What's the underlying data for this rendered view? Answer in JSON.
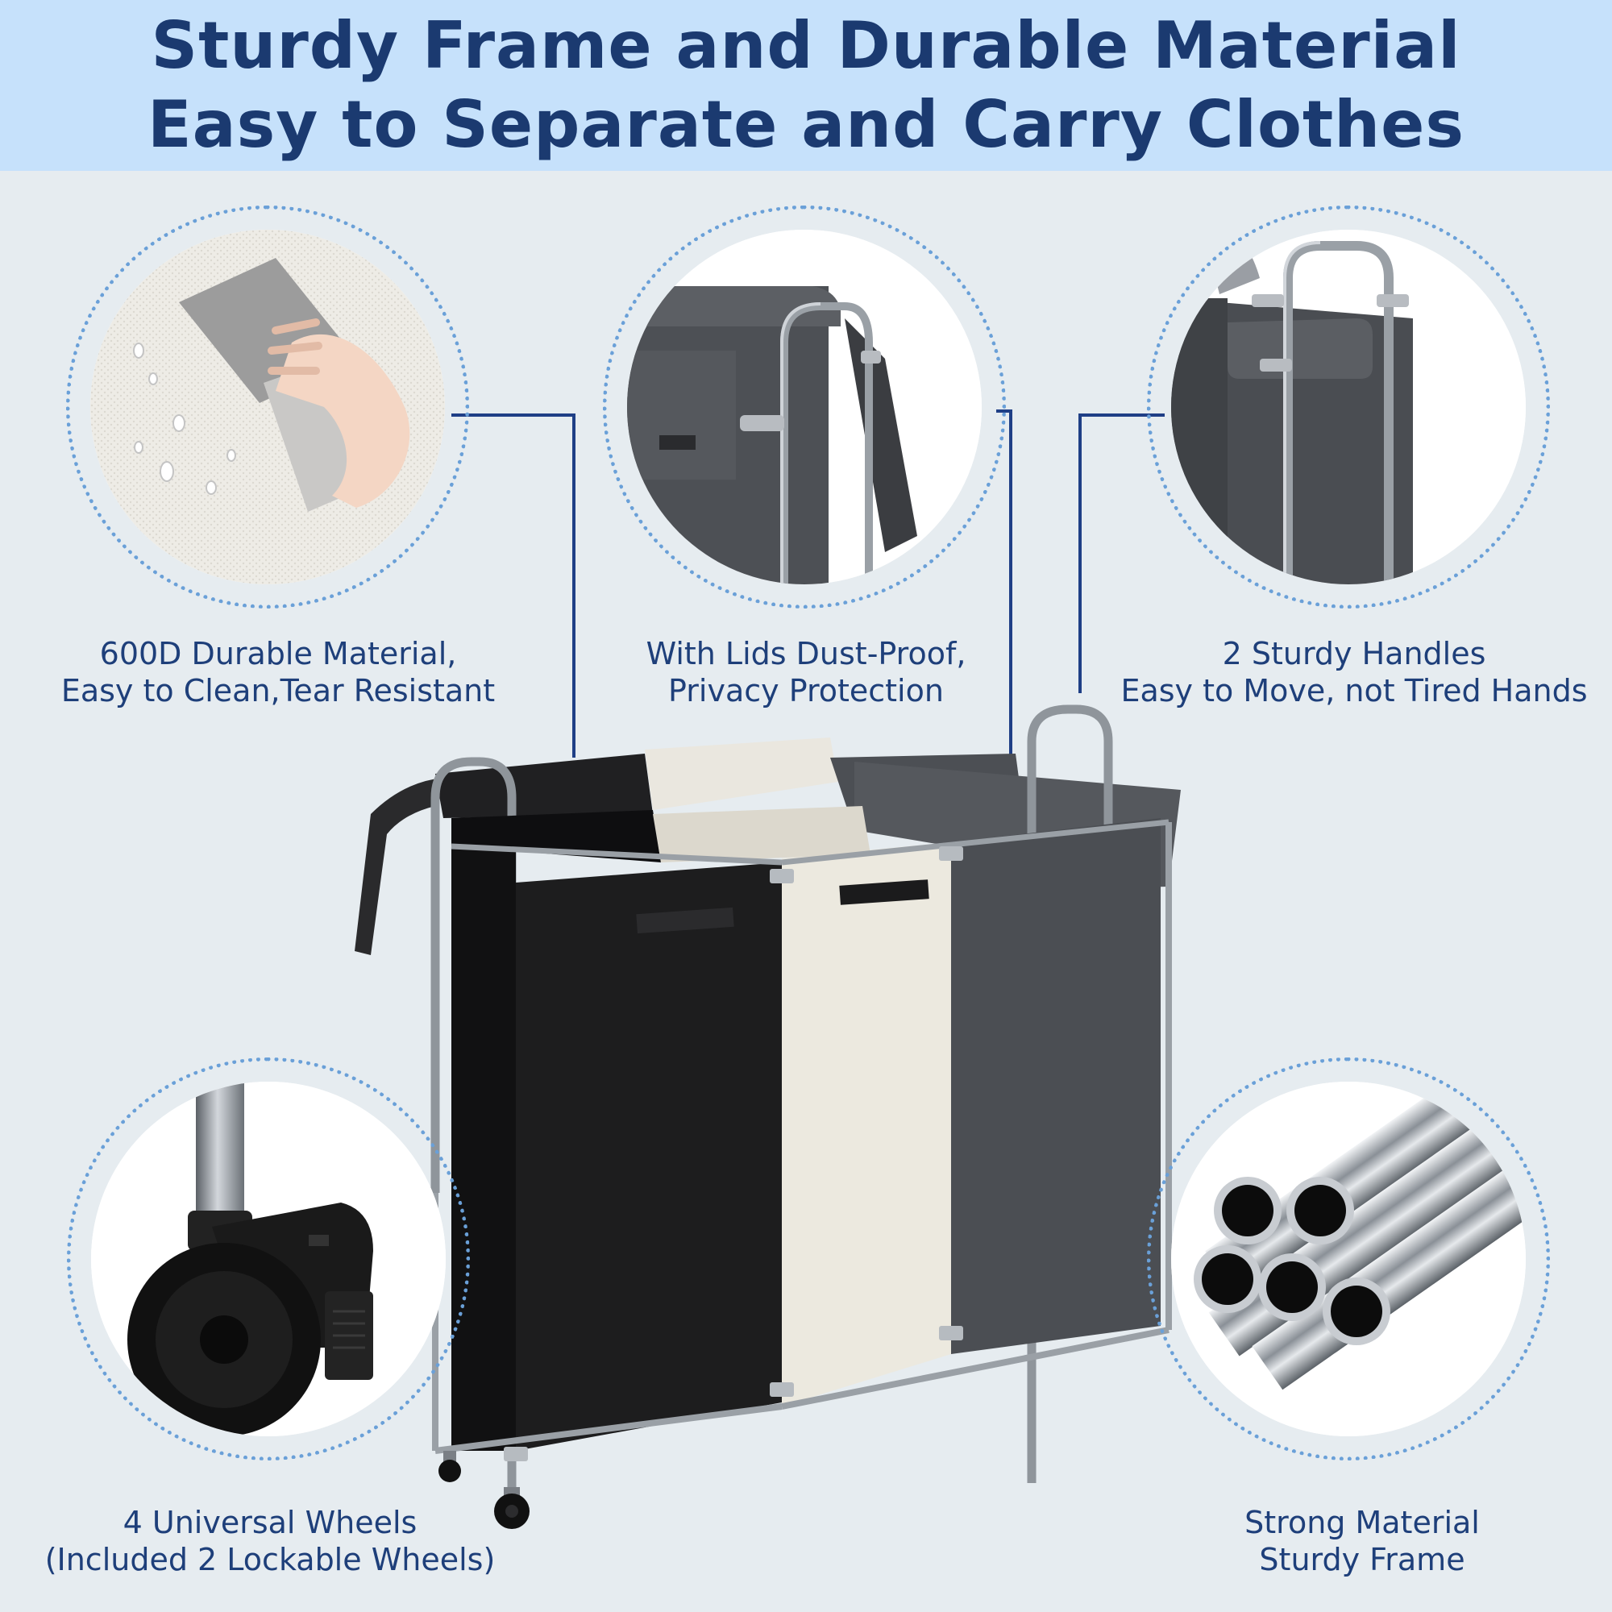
{
  "header": {
    "line1": "Sturdy Frame and Durable Material",
    "line2": "Easy to Separate and Carry Clothes"
  },
  "features": {
    "material": {
      "line1": "600D Durable Material,",
      "line2": "Easy to Clean,Tear Resistant"
    },
    "lids": {
      "line1": "With Lids Dust-Proof,",
      "line2": "Privacy Protection"
    },
    "handles": {
      "line1": "2 Sturdy Handles",
      "line2": "Easy to Move, not Tired Hands"
    },
    "wheels": {
      "line1": "4 Universal Wheels",
      "line2": "(Included 2 Lockable Wheels)"
    },
    "frame": {
      "line1": "Strong Material",
      "line2": "Sturdy Frame"
    }
  },
  "colors": {
    "header_bg": "#c6e1fb",
    "title_text": "#1b3a70",
    "caption_text": "#1e3f7a",
    "connector_line": "#1f3f86",
    "dotted_ring": "#6aa0d8",
    "page_bg": "#e6ecf0",
    "bag_black": "#1b1b1b",
    "bag_white": "#ece9df",
    "bag_gray": "#4a4d52"
  }
}
